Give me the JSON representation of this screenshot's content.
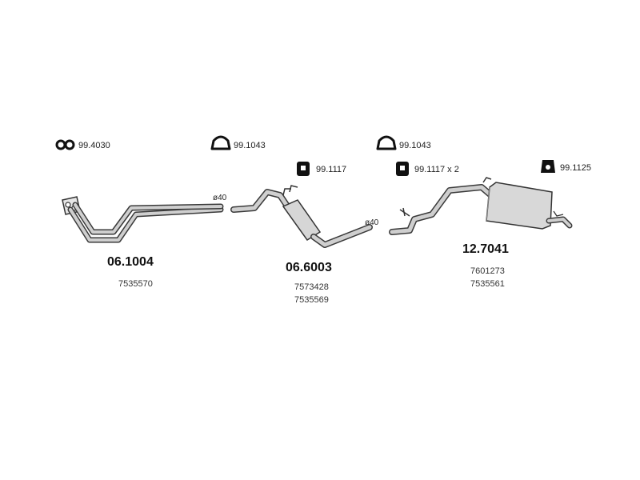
{
  "accessories": [
    {
      "icon": "clamp-ring-icon",
      "label": "99.4030"
    },
    {
      "icon": "u-bolt-clamp-icon",
      "label": "99.1043"
    },
    {
      "icon": "rubber-hanger-icon",
      "label": "99.1117"
    },
    {
      "icon": "u-bolt-clamp-icon",
      "label": "99.1043"
    },
    {
      "icon": "rubber-hanger-icon",
      "label": "99.1117 x 2"
    },
    {
      "icon": "rubber-mount-icon",
      "label": "99.1125"
    }
  ],
  "parts": [
    {
      "name": "front-pipe",
      "code": "06.1004",
      "refs": [
        "7535570"
      ]
    },
    {
      "name": "center-silencer",
      "code": "06.6003",
      "refs": [
        "7573428",
        "7535569"
      ]
    },
    {
      "name": "rear-silencer",
      "code": "12.7041",
      "refs": [
        "7601273",
        "7535561"
      ]
    }
  ],
  "diameters": [
    "ø40",
    "ø40"
  ],
  "colors": {
    "pipe_stroke": "#3a3a3a",
    "pipe_fill": "#cfcfcf",
    "text": "#222222"
  }
}
